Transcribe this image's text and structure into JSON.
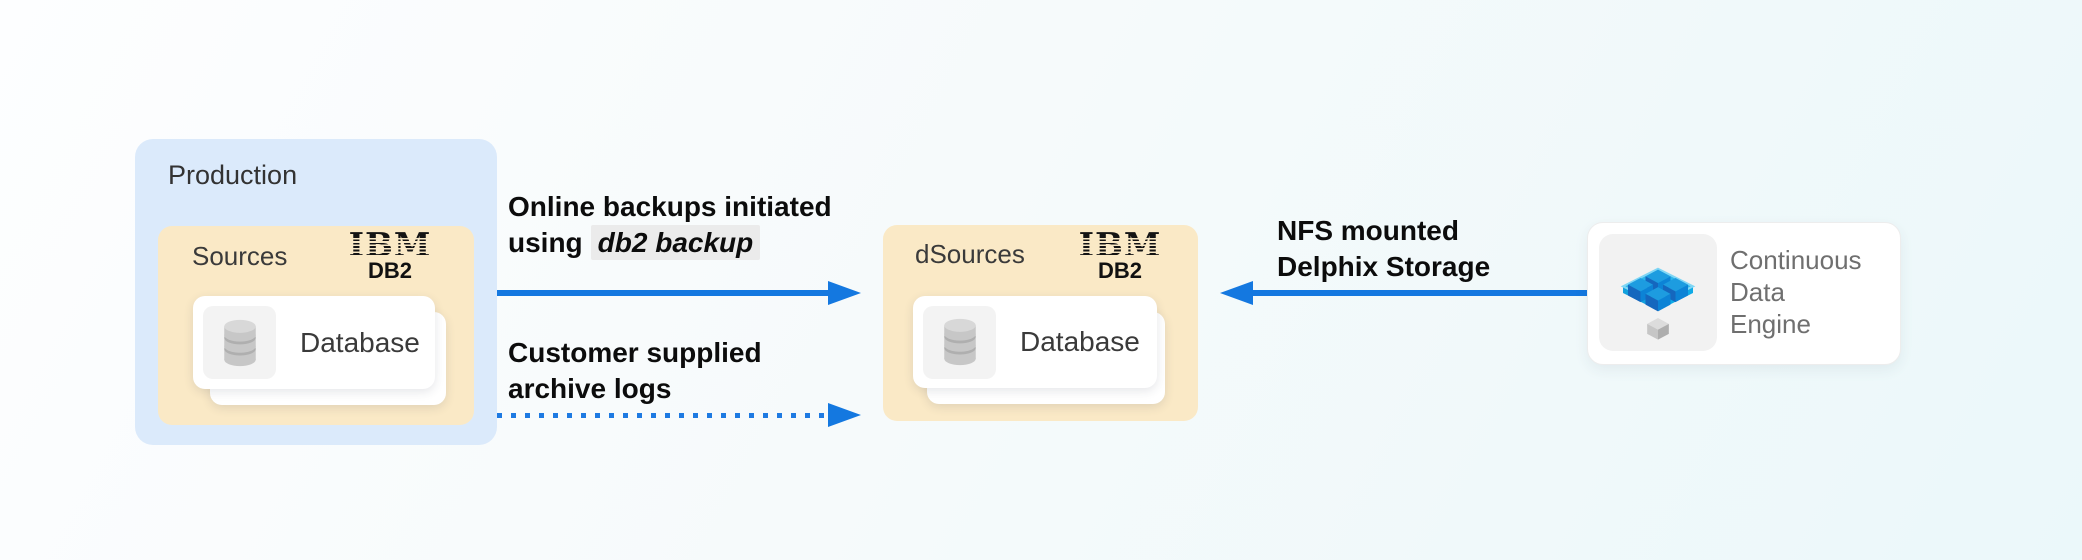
{
  "production": {
    "title": "Production"
  },
  "sources_group": {
    "label": "Sources",
    "brand": "IBM",
    "product": "DB2",
    "database_label": "Database"
  },
  "dsources_group": {
    "label": "dSources",
    "brand": "IBM",
    "product": "DB2",
    "database_label": "Database"
  },
  "flows": {
    "backup": {
      "line1": "Online backups initiated",
      "line2_prefix": "using",
      "command": "db2 backup",
      "style": "solid",
      "direction": "right"
    },
    "archive": {
      "line1": "Customer supplied",
      "line2": "archive logs",
      "style": "dotted",
      "direction": "right"
    },
    "nfs": {
      "line1": "NFS mounted",
      "line2": "Delphix Storage",
      "style": "solid",
      "direction": "left"
    }
  },
  "engine": {
    "line1": "Continuous",
    "line2": "Data",
    "line3": "Engine",
    "icon": "delphix-cubes-icon"
  },
  "icons": {
    "database": "database-cylinder-icon"
  },
  "colors": {
    "arrow": "#1478e0",
    "production_bg": "#dbeafb",
    "group_bg": "#fae9c6",
    "card_bg": "#ffffff",
    "code_bg": "#ebebeb",
    "engine_text": "#6f6f6f"
  }
}
